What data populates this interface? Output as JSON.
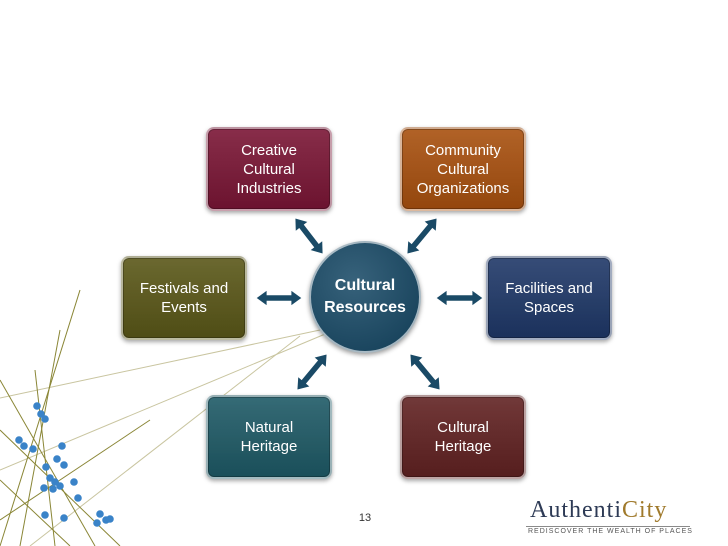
{
  "colors": {
    "creative": "#7a1535",
    "community": "#a8500f",
    "festivals": "#5a5718",
    "facilities": "#1f3868",
    "center": "#144764",
    "natural": "#1e5a66",
    "cultural_heritage": "#612222",
    "arrow": "#1a4a66",
    "line": "#8a8636",
    "dot": "#3a83c8",
    "logo_dark": "#2d3a55",
    "logo_accent": "#a07a2c"
  },
  "diagram": {
    "center_label": "Cultural\nResources",
    "nodes": {
      "creative": "Creative\nCultural\nIndustries",
      "community": "Community\nCultural\nOrganizations",
      "festivals": "Festivals and\nEvents",
      "facilities": "Facilities and\nSpaces",
      "natural": "Natural\nHeritage",
      "cultural_heritage": "Cultural\nHeritage"
    }
  },
  "footer": {
    "page_number": "13"
  },
  "logo": {
    "name_part1": "Authenti",
    "name_part2": "City",
    "tagline": "REDISCOVER THE WEALTH OF PLACES"
  }
}
